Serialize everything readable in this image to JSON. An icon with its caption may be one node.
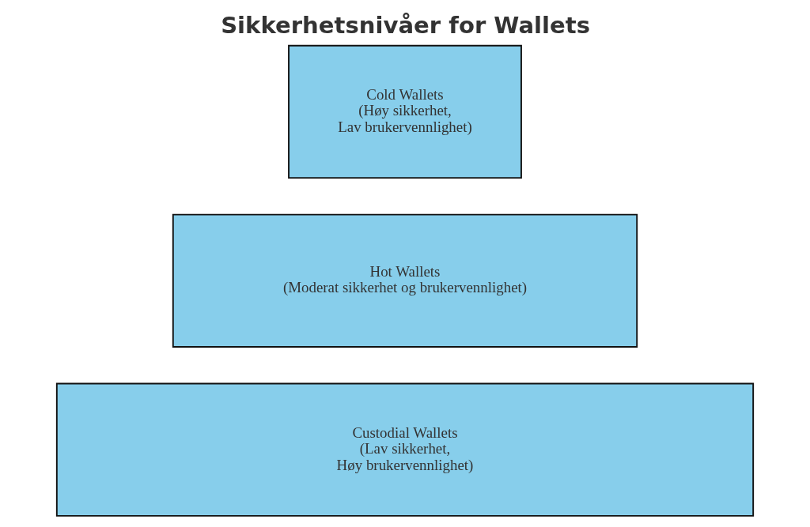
{
  "diagram": {
    "title": "Sikkerhetsnivåer for Wallets",
    "nodes": [
      {
        "text": [
          "Cold Wallets",
          "(Høy sikkerhet, Lav brukervennlighet)"
        ]
      },
      {
        "text": [
          "Hot Wallets",
          "(Moderat sikkerhet og brukervennlighet)"
        ]
      },
      {
        "text": [
          "Custodial Wallets",
          "(Lav sikkerhet, Høy brukervennlighet)"
        ]
      }
    ],
    "edges": []
  }
}
